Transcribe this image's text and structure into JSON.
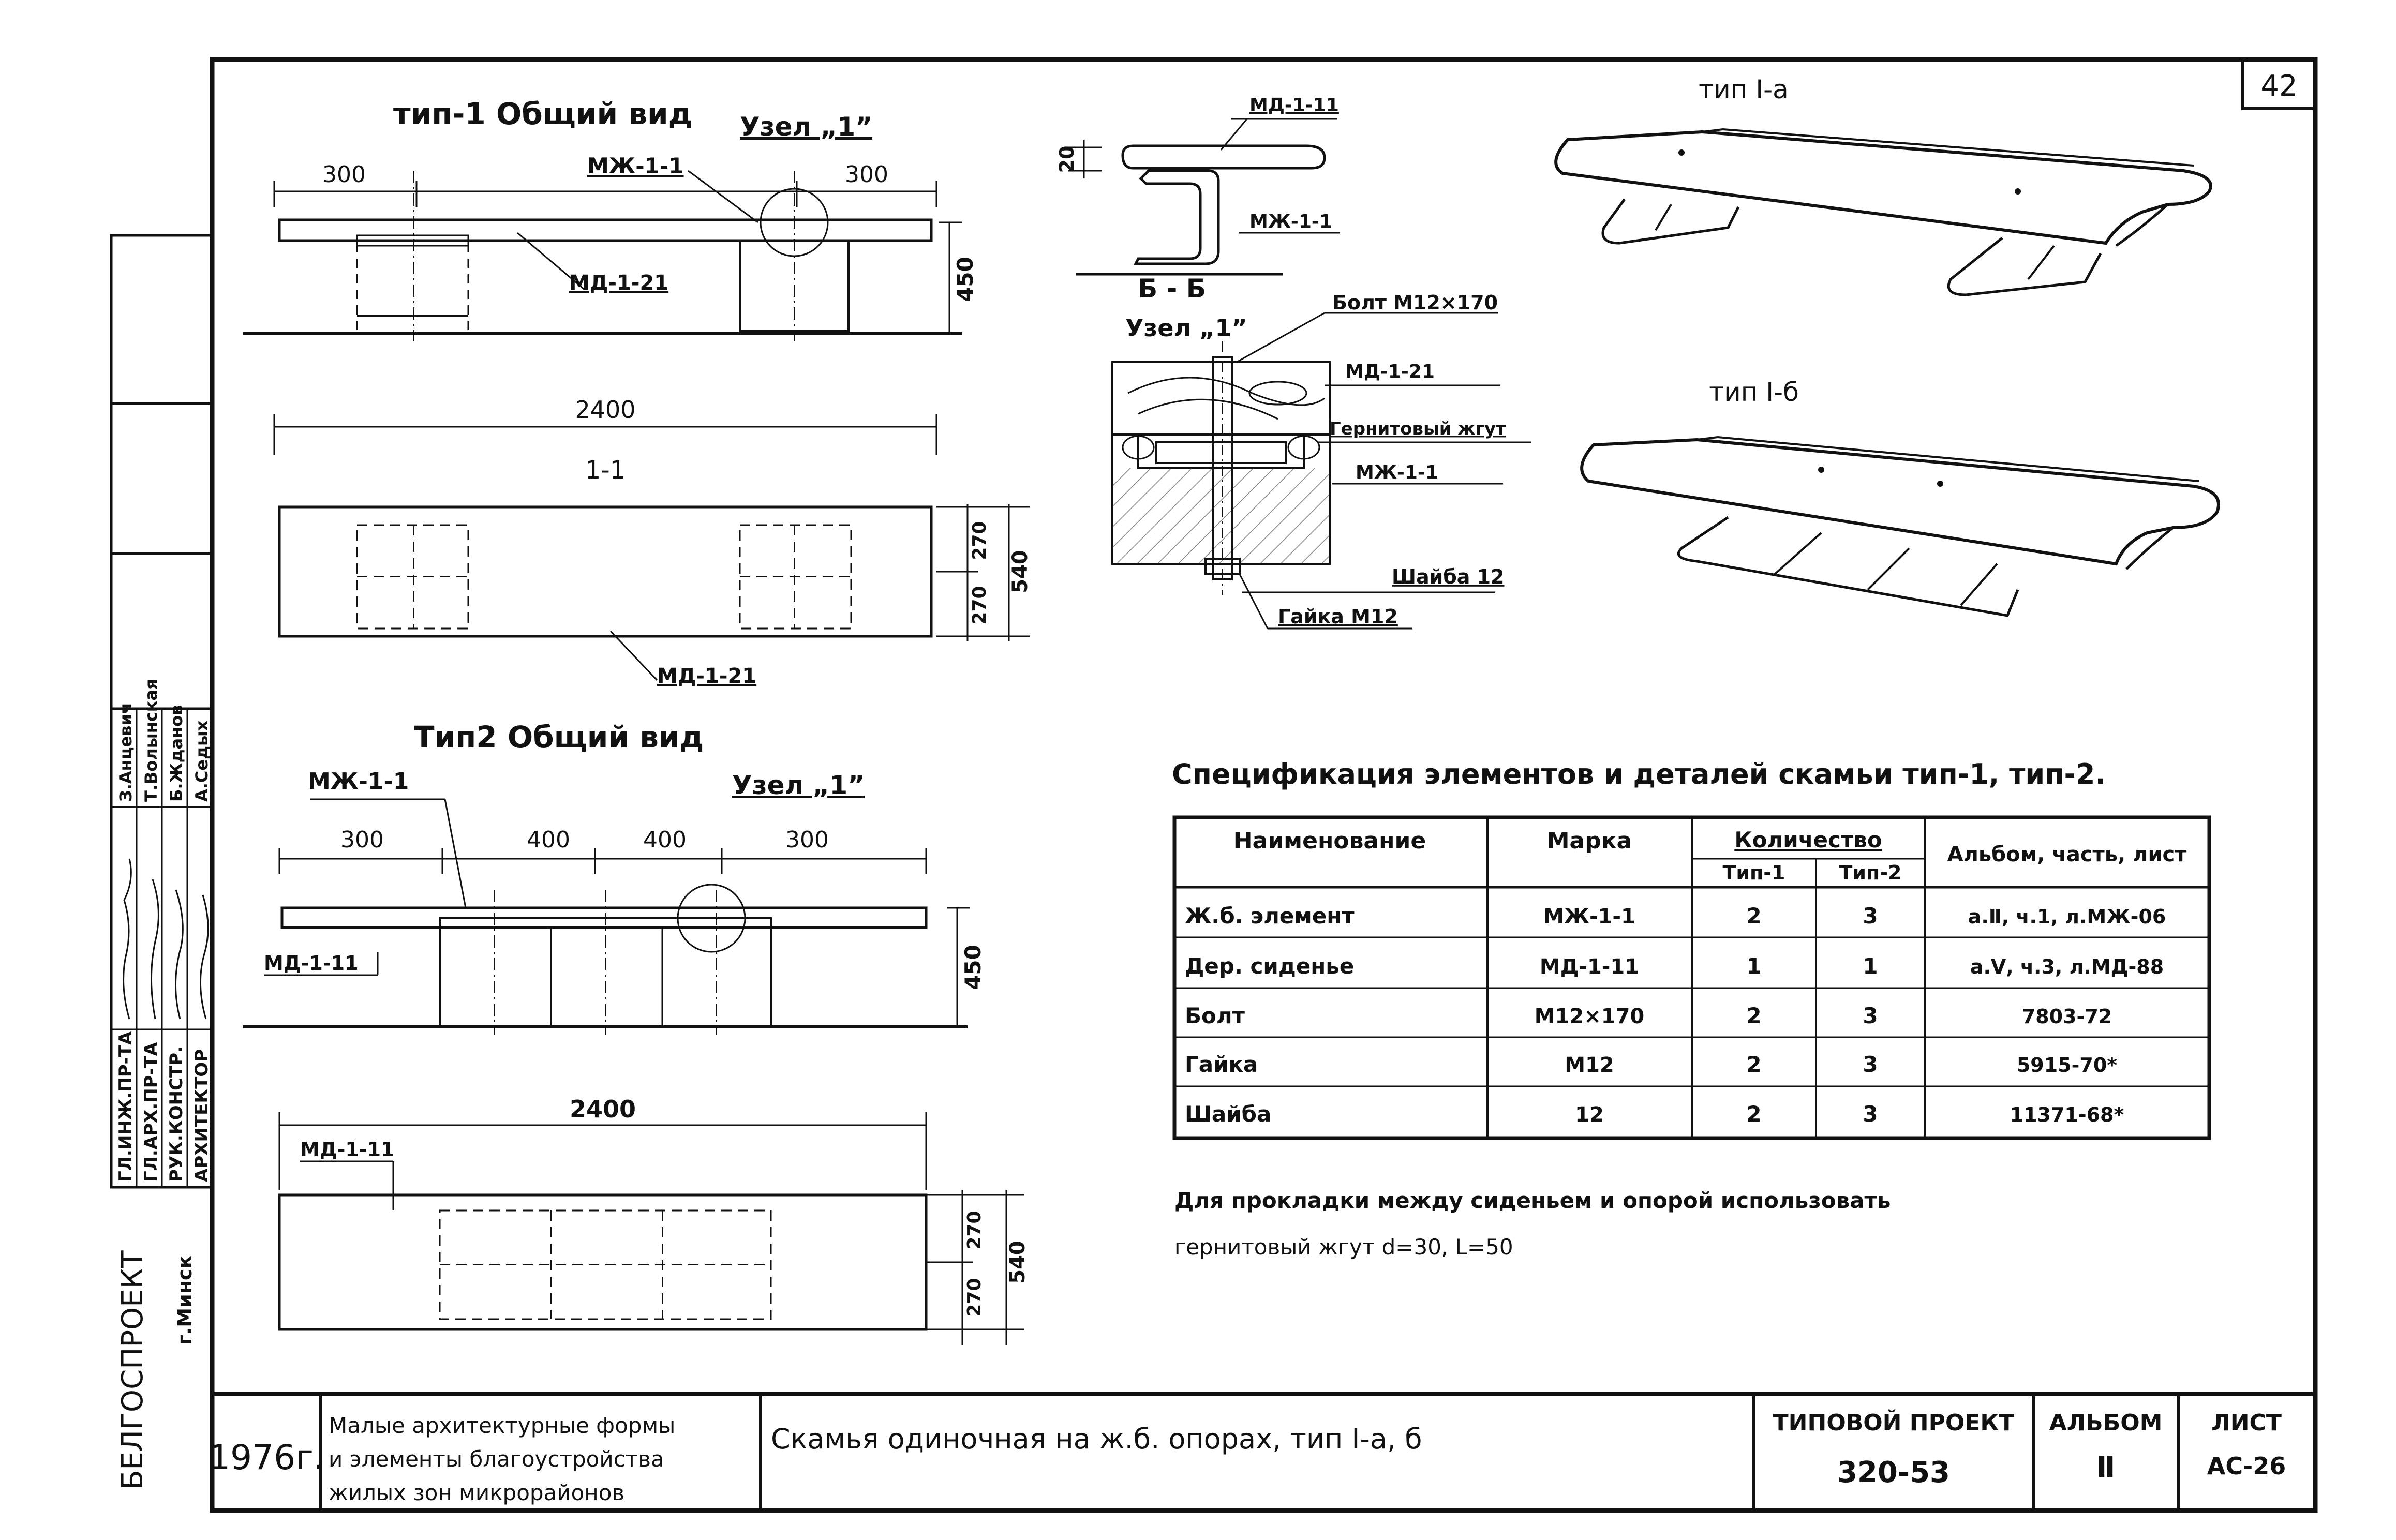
{
  "sheet_number": "42",
  "drawings": {
    "type1_title": "тип-1 Общий вид",
    "type2_title": "Тип2 Общий вид",
    "node_label_1": "Узел „1”",
    "node_label_2": "Узел „1”",
    "dim_300_a": "300",
    "dim_300_b": "300",
    "dim_450_a": "450",
    "dim_2400_a": "2400",
    "section_1_1": "1-1",
    "dim_270_a": "270",
    "dim_270_b": "270",
    "dim_540_a": "540",
    "t2_dim_300": "300",
    "t2_dim_400_a": "400",
    "t2_dim_400_b": "400",
    "t2_dim_300_b": "300",
    "dim_450_b": "450",
    "dim_2400_b": "2400",
    "dim_270_c": "270",
    "dim_270_d": "270",
    "dim_540_b": "540",
    "labels": {
      "mzh_1_1_top": "МЖ-1-1",
      "md_1_21_top": "МД-1-21",
      "md_1_21_plan": "МД-1-21",
      "mzh_1_1_t2": "МЖ-1-1",
      "md_1_11_t2": "МД-1-11",
      "md_1_11_plan": "МД-1-11"
    },
    "section_bb": "Б - Б",
    "bb_dim_20": "20",
    "bb_md": "МД-1-11",
    "bb_mzh": "МЖ-1-1",
    "node_title": "Узел „1”",
    "node_bolt": "Болт М12×170",
    "node_md": "МД-1-21",
    "node_gernit": "Гернитовый жгут",
    "node_mzh": "МЖ-1-1",
    "node_washer": "Шайба 12",
    "node_nut": "Гайка М12",
    "view_1a": "тип I-а",
    "view_1b": "тип I-б"
  },
  "spec": {
    "title": "Спецификация элементов и деталей скамьи тип-1, тип-2.",
    "headers": {
      "name": "Наименование",
      "mark": "Марка",
      "qty": "Количество",
      "qty_t1": "Тип-1",
      "qty_t2": "Тип-2",
      "album": "Альбом, часть, лист"
    },
    "rows": [
      {
        "name": "Ж.б. элемент",
        "mark": "МЖ-1-1",
        "t1": "2",
        "t2": "3",
        "album": "а.Ⅱ, ч.1, л.МЖ-06"
      },
      {
        "name": "Дер. сиденье",
        "mark": "МД-1-11",
        "t1": "1",
        "t2": "1",
        "album": "а.Ⅴ, ч.3, л.МД-88"
      },
      {
        "name": "Болт",
        "mark": "М12×170",
        "t1": "2",
        "t2": "3",
        "album": "7803-72"
      },
      {
        "name": "Гайка",
        "mark": "М12",
        "t1": "2",
        "t2": "3",
        "album": "5915-70*"
      },
      {
        "name": "Шайба",
        "mark": "12",
        "t1": "2",
        "t2": "3",
        "album": "11371-68*"
      }
    ],
    "note_line1": "Для прокладки между сиденьем и опорой использовать",
    "note_line2": "гернитовый жгут d=30, L=50"
  },
  "side_stamp": {
    "roles": [
      "ГЛ.ИНЖ.ПР-ТА",
      "ГЛ.АРХ.ПР-ТА",
      "РУК.КОНСТР.",
      "АРХИТЕКТОР"
    ],
    "names": [
      "З.Анцевич",
      "Т.Волынская",
      "Б.Жданов",
      "А.Седых"
    ]
  },
  "org_vertical": "БЕЛГОСПРОЕКТ",
  "org_city": "г.Минск",
  "title_block": {
    "year": "1976г.",
    "subject_line1": "Малые архитектурные формы",
    "subject_line2": "и элементы благоустройства",
    "subject_line3": "жилых зон микрорайонов",
    "drawing_title": "Скамья одиночная на ж.б. опорах, тип I-а, б",
    "project_label": "ТИПОВОЙ ПРОЕКТ",
    "project_value": "320-53",
    "album_label": "АЛЬБОМ",
    "album_value": "Ⅱ",
    "sheet_label": "ЛИСТ",
    "sheet_value": "АС-26"
  }
}
